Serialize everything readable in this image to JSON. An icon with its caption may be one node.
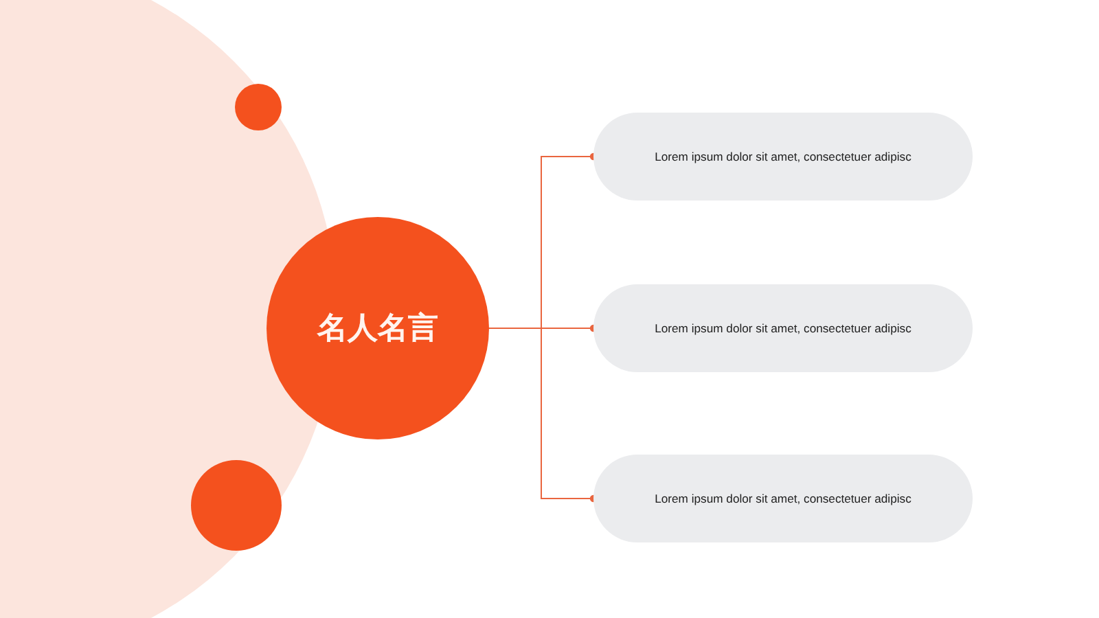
{
  "diagram": {
    "nodes": [
      {
        "text": [],
        "shape": "circle"
      },
      {
        "text": [
          "名人名言"
        ]
      },
      {
        "text": [
          "Lorem ipsum dolor sit amet, consectetuer adipisc"
        ]
      },
      {
        "text": [
          "Lorem ipsum dolor sit amet, consectetuer adipisc"
        ]
      },
      {
        "text": [
          "Lorem ipsum dolor sit amet, consectetuer adipisc"
        ]
      },
      {
        "text": [],
        "shape": "circle"
      }
    ],
    "edges": [
      {
        "from": 1,
        "to": 2,
        "arrow": "other"
      },
      {
        "from": 1,
        "to": 3,
        "arrow": "other"
      },
      {
        "from": 1,
        "to": 4,
        "arrow": "other"
      }
    ]
  }
}
